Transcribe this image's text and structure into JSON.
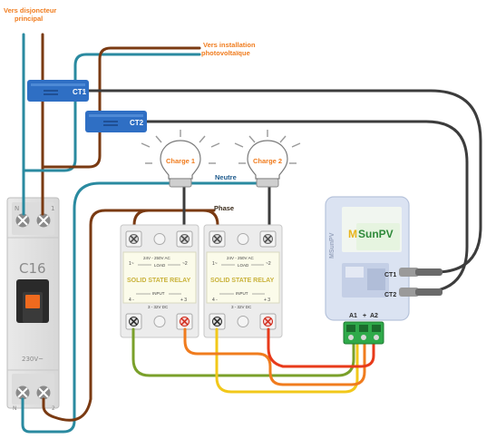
{
  "labels": {
    "vers_disjoncteur_line1": "Vers disjoncteur",
    "vers_disjoncteur_line2": "principal",
    "vers_installation_line1": "Vers installation",
    "vers_installation_line2": "photovoltaïque",
    "ct1": "CT1",
    "ct2": "CT2",
    "charge1": "Charge 1",
    "charge2": "Charge 2",
    "neutre": "Neutre",
    "phase": "Phase"
  },
  "breaker": {
    "rating": "C16",
    "top_left_mark": "N",
    "top_right_mark": "1",
    "voltage": "230V~",
    "bottom_left_mark": "N",
    "bottom_right_mark": "2"
  },
  "relay": {
    "ac_range": "24V - 250V AC",
    "load": "LOAD",
    "load_left": "1~",
    "load_right": "~2",
    "title": "SOLID STATE RELAY",
    "input": "INPUT",
    "input_left": "4 -",
    "input_right": "+ 3",
    "dc_range": "3 - 32V DC"
  },
  "msunpv": {
    "brand_m": "M",
    "brand_rest": "SunPV",
    "side_text": "MSunPV",
    "ct1_port": "CT1",
    "ct2_port": "CT2",
    "a1": "A1",
    "plus": "+",
    "a2": "A2"
  },
  "colors": {
    "orange_label": "#f07c1e",
    "blue_label": "#1e5a8c",
    "phase_wire": "#7a3a12",
    "neutral_wire": "#2a8aa0",
    "ct_body": "#2f6fc4",
    "sensor_cable": "#3c3c3c",
    "green_wire": "#7aa02a",
    "red_wire": "#e83a1a",
    "yellow_wire": "#f2c81a",
    "orange_wire": "#f07c1e"
  }
}
